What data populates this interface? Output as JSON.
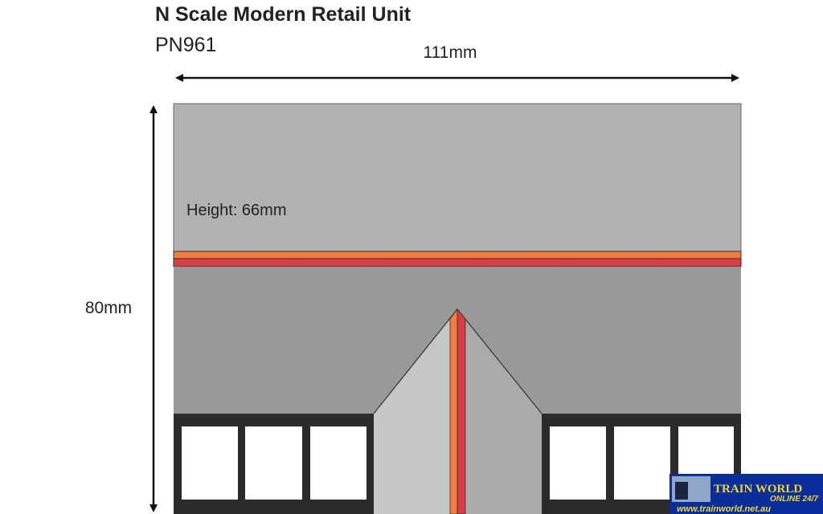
{
  "header": {
    "title": "N Scale Modern Retail Unit",
    "product_code": "PN961"
  },
  "dimensions": {
    "width_label": "111mm",
    "depth_label": "80mm",
    "height_label": "Height: 66mm"
  },
  "logo": {
    "brand": "TRAIN WORLD",
    "tagline": "ONLINE 24/7",
    "url": "www.trainworld.net.au"
  },
  "colors": {
    "roof_upper": "#b1b1b1",
    "roof_lower": "#999999",
    "stripe_orange": "#f47c3c",
    "stripe_red": "#d63e45",
    "shopfront": "#2b2b2b",
    "logo_bg": "#0a2f9c",
    "logo_text": "#f2d52a"
  }
}
